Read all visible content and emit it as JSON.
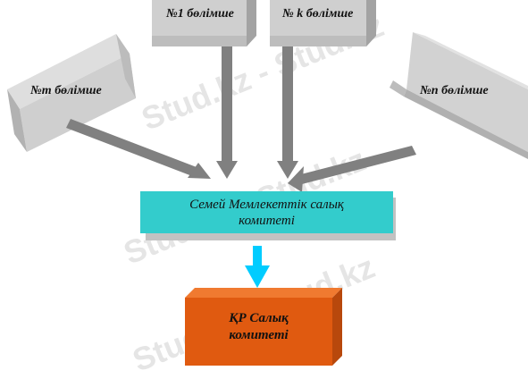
{
  "watermark": "Stud.kz - Stud.kz",
  "branches": {
    "b1": "№1 бөлімше",
    "bk": "№ k бөлімше",
    "bm": "№m бөлімше",
    "bn": "№n бөлімше"
  },
  "center": {
    "line1": "Семей Мемлекеттік салық",
    "line2": "комитеті"
  },
  "top": {
    "line1": "ҚР Салық",
    "line2": "комитеті"
  },
  "colors": {
    "box_gray": "#c8c8c8",
    "center_fill": "#33cccc",
    "top_fill": "#e05a10",
    "arrow_gray": "#808080",
    "arrow_cyan": "#00ccff"
  }
}
